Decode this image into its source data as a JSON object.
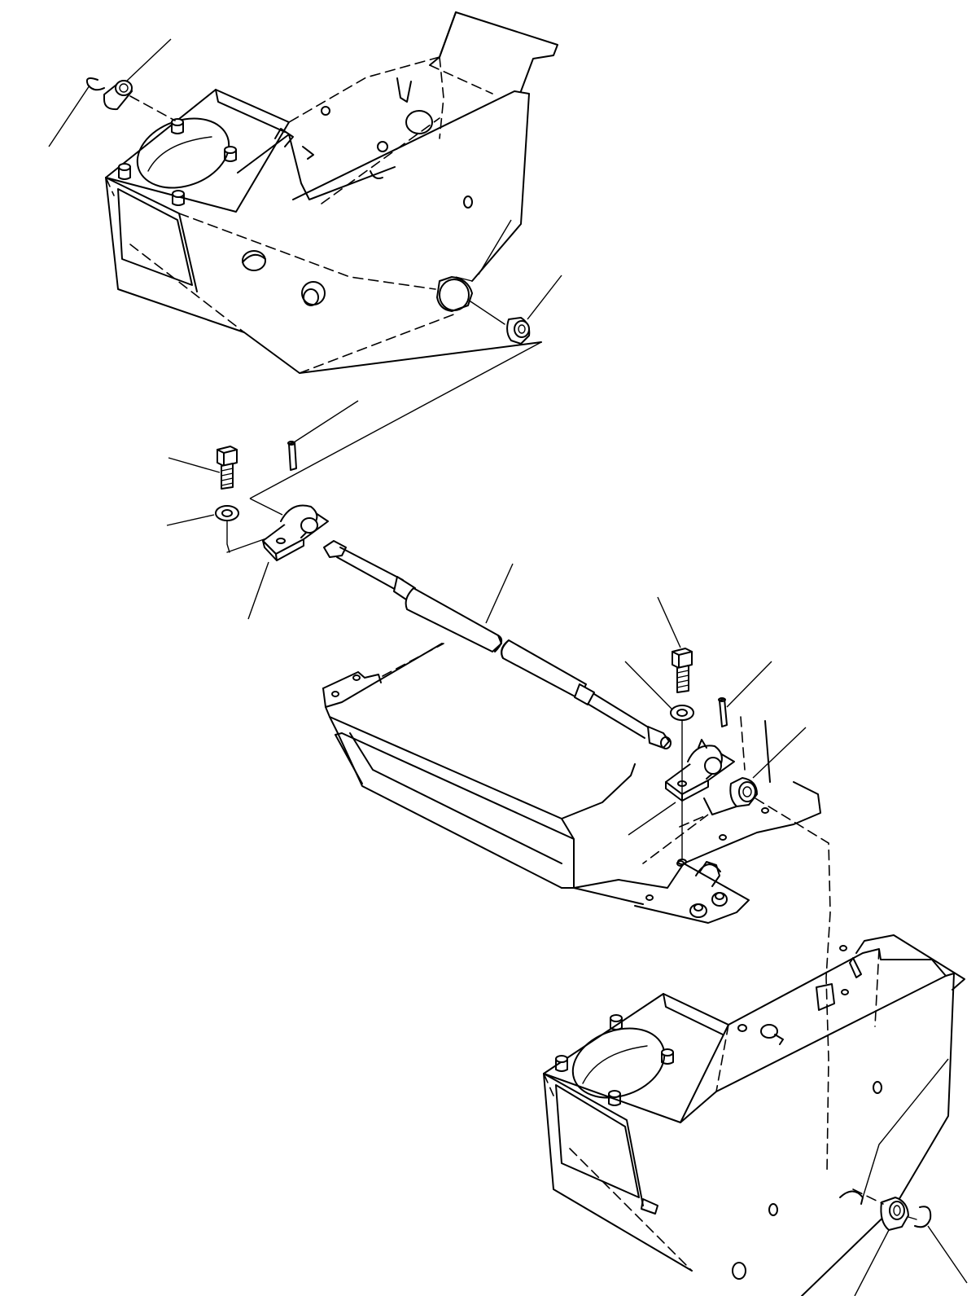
{
  "diagram": {
    "kind": "exploded-parts-view",
    "colors": {
      "line": "#000000",
      "background": "#ffffff"
    },
    "assemblies": [
      "upper-console-housing",
      "control-rod",
      "floor-bracket-plate",
      "lower-console-housing"
    ],
    "parts": [
      "snap-ring-upper",
      "bushing-upper-left",
      "bushing-upper-right",
      "bolt-left",
      "washer-left",
      "pin-left",
      "pillow-block-left",
      "rod",
      "bolt-right",
      "washer-right",
      "pin-right",
      "pillow-block-right",
      "bushing-right",
      "bushing-lower",
      "snap-ring-lower"
    ]
  }
}
